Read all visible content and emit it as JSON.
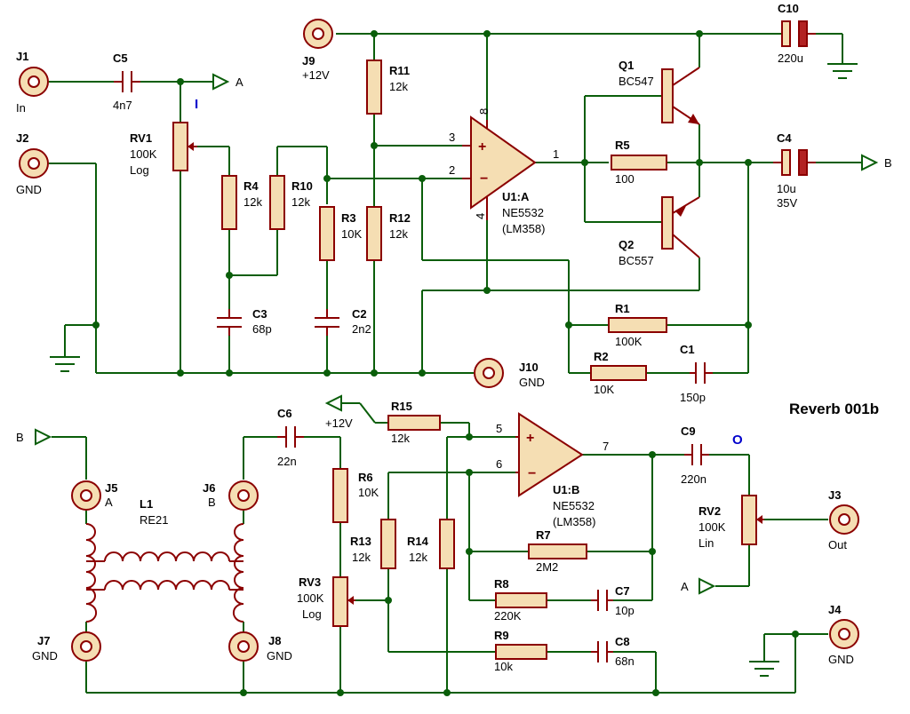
{
  "title": "Reverb 001b",
  "probes": {
    "input": "I",
    "output": "O"
  },
  "colors": {
    "wire": "#0a5e0a",
    "component": "#8b0000",
    "body": "#f5deb3",
    "probe": "#0000cc"
  },
  "connectors": {
    "J1": {
      "ref": "J1",
      "label": "In"
    },
    "J2": {
      "ref": "J2",
      "label": "GND"
    },
    "J3": {
      "ref": "J3",
      "label": "Out"
    },
    "J4": {
      "ref": "J4",
      "label": "GND"
    },
    "J5": {
      "ref": "J5",
      "label": "A"
    },
    "J6": {
      "ref": "J6",
      "label": "B"
    },
    "J7": {
      "ref": "J7",
      "label": "GND"
    },
    "J8": {
      "ref": "J8",
      "label": "GND"
    },
    "J9": {
      "ref": "J9",
      "label": "+12V"
    },
    "J10": {
      "ref": "J10",
      "label": "GND"
    }
  },
  "terminals": {
    "a_out": "A",
    "b_out": "B",
    "b_in": "B",
    "a_in": "A",
    "v12": "+12V"
  },
  "resistors": {
    "R1": {
      "ref": "R1",
      "value": "100K"
    },
    "R2": {
      "ref": "R2",
      "value": "10K"
    },
    "R3": {
      "ref": "R3",
      "value": "10K"
    },
    "R4": {
      "ref": "R4",
      "value": "12k"
    },
    "R5": {
      "ref": "R5",
      "value": "100"
    },
    "R6": {
      "ref": "R6",
      "value": "10K"
    },
    "R7": {
      "ref": "R7",
      "value": "2M2"
    },
    "R8": {
      "ref": "R8",
      "value": "220K"
    },
    "R9": {
      "ref": "R9",
      "value": "10k"
    },
    "R10": {
      "ref": "R10",
      "value": "12k"
    },
    "R11": {
      "ref": "R11",
      "value": "12k"
    },
    "R12": {
      "ref": "R12",
      "value": "12k"
    },
    "R13": {
      "ref": "R13",
      "value": "12k"
    },
    "R14": {
      "ref": "R14",
      "value": "12k"
    },
    "R15": {
      "ref": "R15",
      "value": "12k"
    }
  },
  "capacitors": {
    "C1": {
      "ref": "C1",
      "value": "150p"
    },
    "C2": {
      "ref": "C2",
      "value": "2n2"
    },
    "C3": {
      "ref": "C3",
      "value": "68p"
    },
    "C4": {
      "ref": "C4",
      "value": "10u",
      "voltage": "35V"
    },
    "C5": {
      "ref": "C5",
      "value": "4n7"
    },
    "C6": {
      "ref": "C6",
      "value": "22n"
    },
    "C7": {
      "ref": "C7",
      "value": "10p"
    },
    "C8": {
      "ref": "C8",
      "value": "68n"
    },
    "C9": {
      "ref": "C9",
      "value": "220n"
    },
    "C10": {
      "ref": "C10",
      "value": "220u"
    }
  },
  "pots": {
    "RV1": {
      "ref": "RV1",
      "value": "100K",
      "taper": "Log"
    },
    "RV2": {
      "ref": "RV2",
      "value": "100K",
      "taper": "Lin"
    },
    "RV3": {
      "ref": "RV3",
      "value": "100K",
      "taper": "Log"
    }
  },
  "transistors": {
    "Q1": {
      "ref": "Q1",
      "part": "BC547"
    },
    "Q2": {
      "ref": "Q2",
      "part": "BC557"
    }
  },
  "inductor": {
    "ref": "L1",
    "part": "RE21"
  },
  "opamps": {
    "U1A": {
      "ref": "U1:A",
      "part": "NE5532",
      "alt": "(LM358)",
      "pins": [
        "3",
        "2",
        "1",
        "8",
        "4"
      ]
    },
    "U1B": {
      "ref": "U1:B",
      "part": "NE5532",
      "alt": "(LM358)",
      "pins": [
        "5",
        "6",
        "7"
      ]
    }
  }
}
